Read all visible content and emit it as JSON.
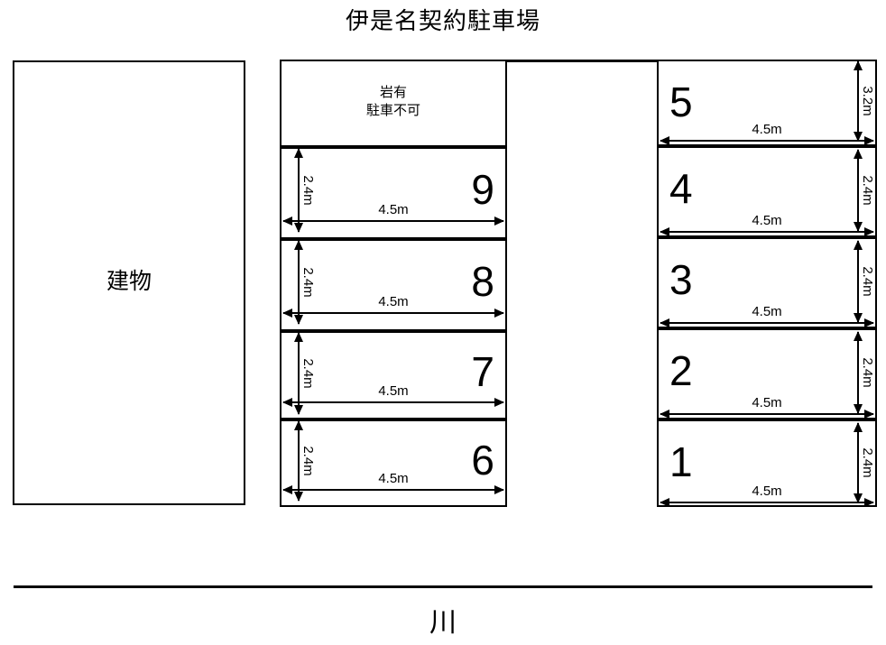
{
  "page": {
    "title": "伊是名契約駐車場",
    "background_color": "#ffffff",
    "line_color": "#000000"
  },
  "building": {
    "label": "建物"
  },
  "middle_column": {
    "name": "middle-parking-column",
    "cells": [
      {
        "id": "rock-area",
        "number": "",
        "note": "岩有\n駐車不可",
        "width_label": "",
        "height_label": "",
        "has_dimensions": false
      },
      {
        "id": "space-9",
        "number": "9",
        "note": "",
        "width_label": "4.5m",
        "height_label": "2.4m",
        "has_dimensions": true
      },
      {
        "id": "space-8",
        "number": "8",
        "note": "",
        "width_label": "4.5m",
        "height_label": "2.4m",
        "has_dimensions": true
      },
      {
        "id": "space-7",
        "number": "7",
        "note": "",
        "width_label": "4.5m",
        "height_label": "2.4m",
        "has_dimensions": true
      },
      {
        "id": "space-6",
        "number": "6",
        "note": "",
        "width_label": "4.5m",
        "height_label": "2.4m",
        "has_dimensions": true
      }
    ]
  },
  "right_column": {
    "name": "right-parking-column",
    "cells": [
      {
        "id": "space-5",
        "number": "5",
        "note": "",
        "width_label": "4.5m",
        "height_label": "3.2m",
        "has_dimensions": true
      },
      {
        "id": "space-4",
        "number": "4",
        "note": "",
        "width_label": "4.5m",
        "height_label": "2.4m",
        "has_dimensions": true
      },
      {
        "id": "space-3",
        "number": "3",
        "note": "",
        "width_label": "4.5m",
        "height_label": "2.4m",
        "has_dimensions": true
      },
      {
        "id": "space-2",
        "number": "2",
        "note": "",
        "width_label": "4.5m",
        "height_label": "2.4m",
        "has_dimensions": true
      },
      {
        "id": "space-1",
        "number": "1",
        "note": "",
        "width_label": "4.5m",
        "height_label": "2.4m",
        "has_dimensions": true
      }
    ]
  },
  "river": {
    "label": "川"
  }
}
